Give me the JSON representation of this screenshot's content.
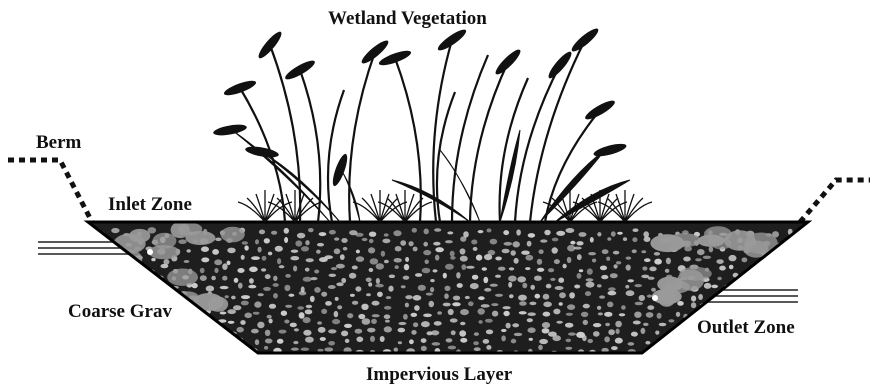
{
  "labels": {
    "vegetation": "Wetland Vegetation",
    "berm": "Berm",
    "inlet_zone": "Inlet Zone",
    "coarse_gravel": "Coarse Grav",
    "outlet_zone": "Outlet Zone",
    "impervious_layer": "Impervious Layer"
  },
  "colors": {
    "background": "#ffffff",
    "ink": "#111111",
    "gravel_bed": "#1e1e1e",
    "gravel_stone": "#cfcfcf",
    "inlet_outlet_stone": "#9a9a9a"
  }
}
